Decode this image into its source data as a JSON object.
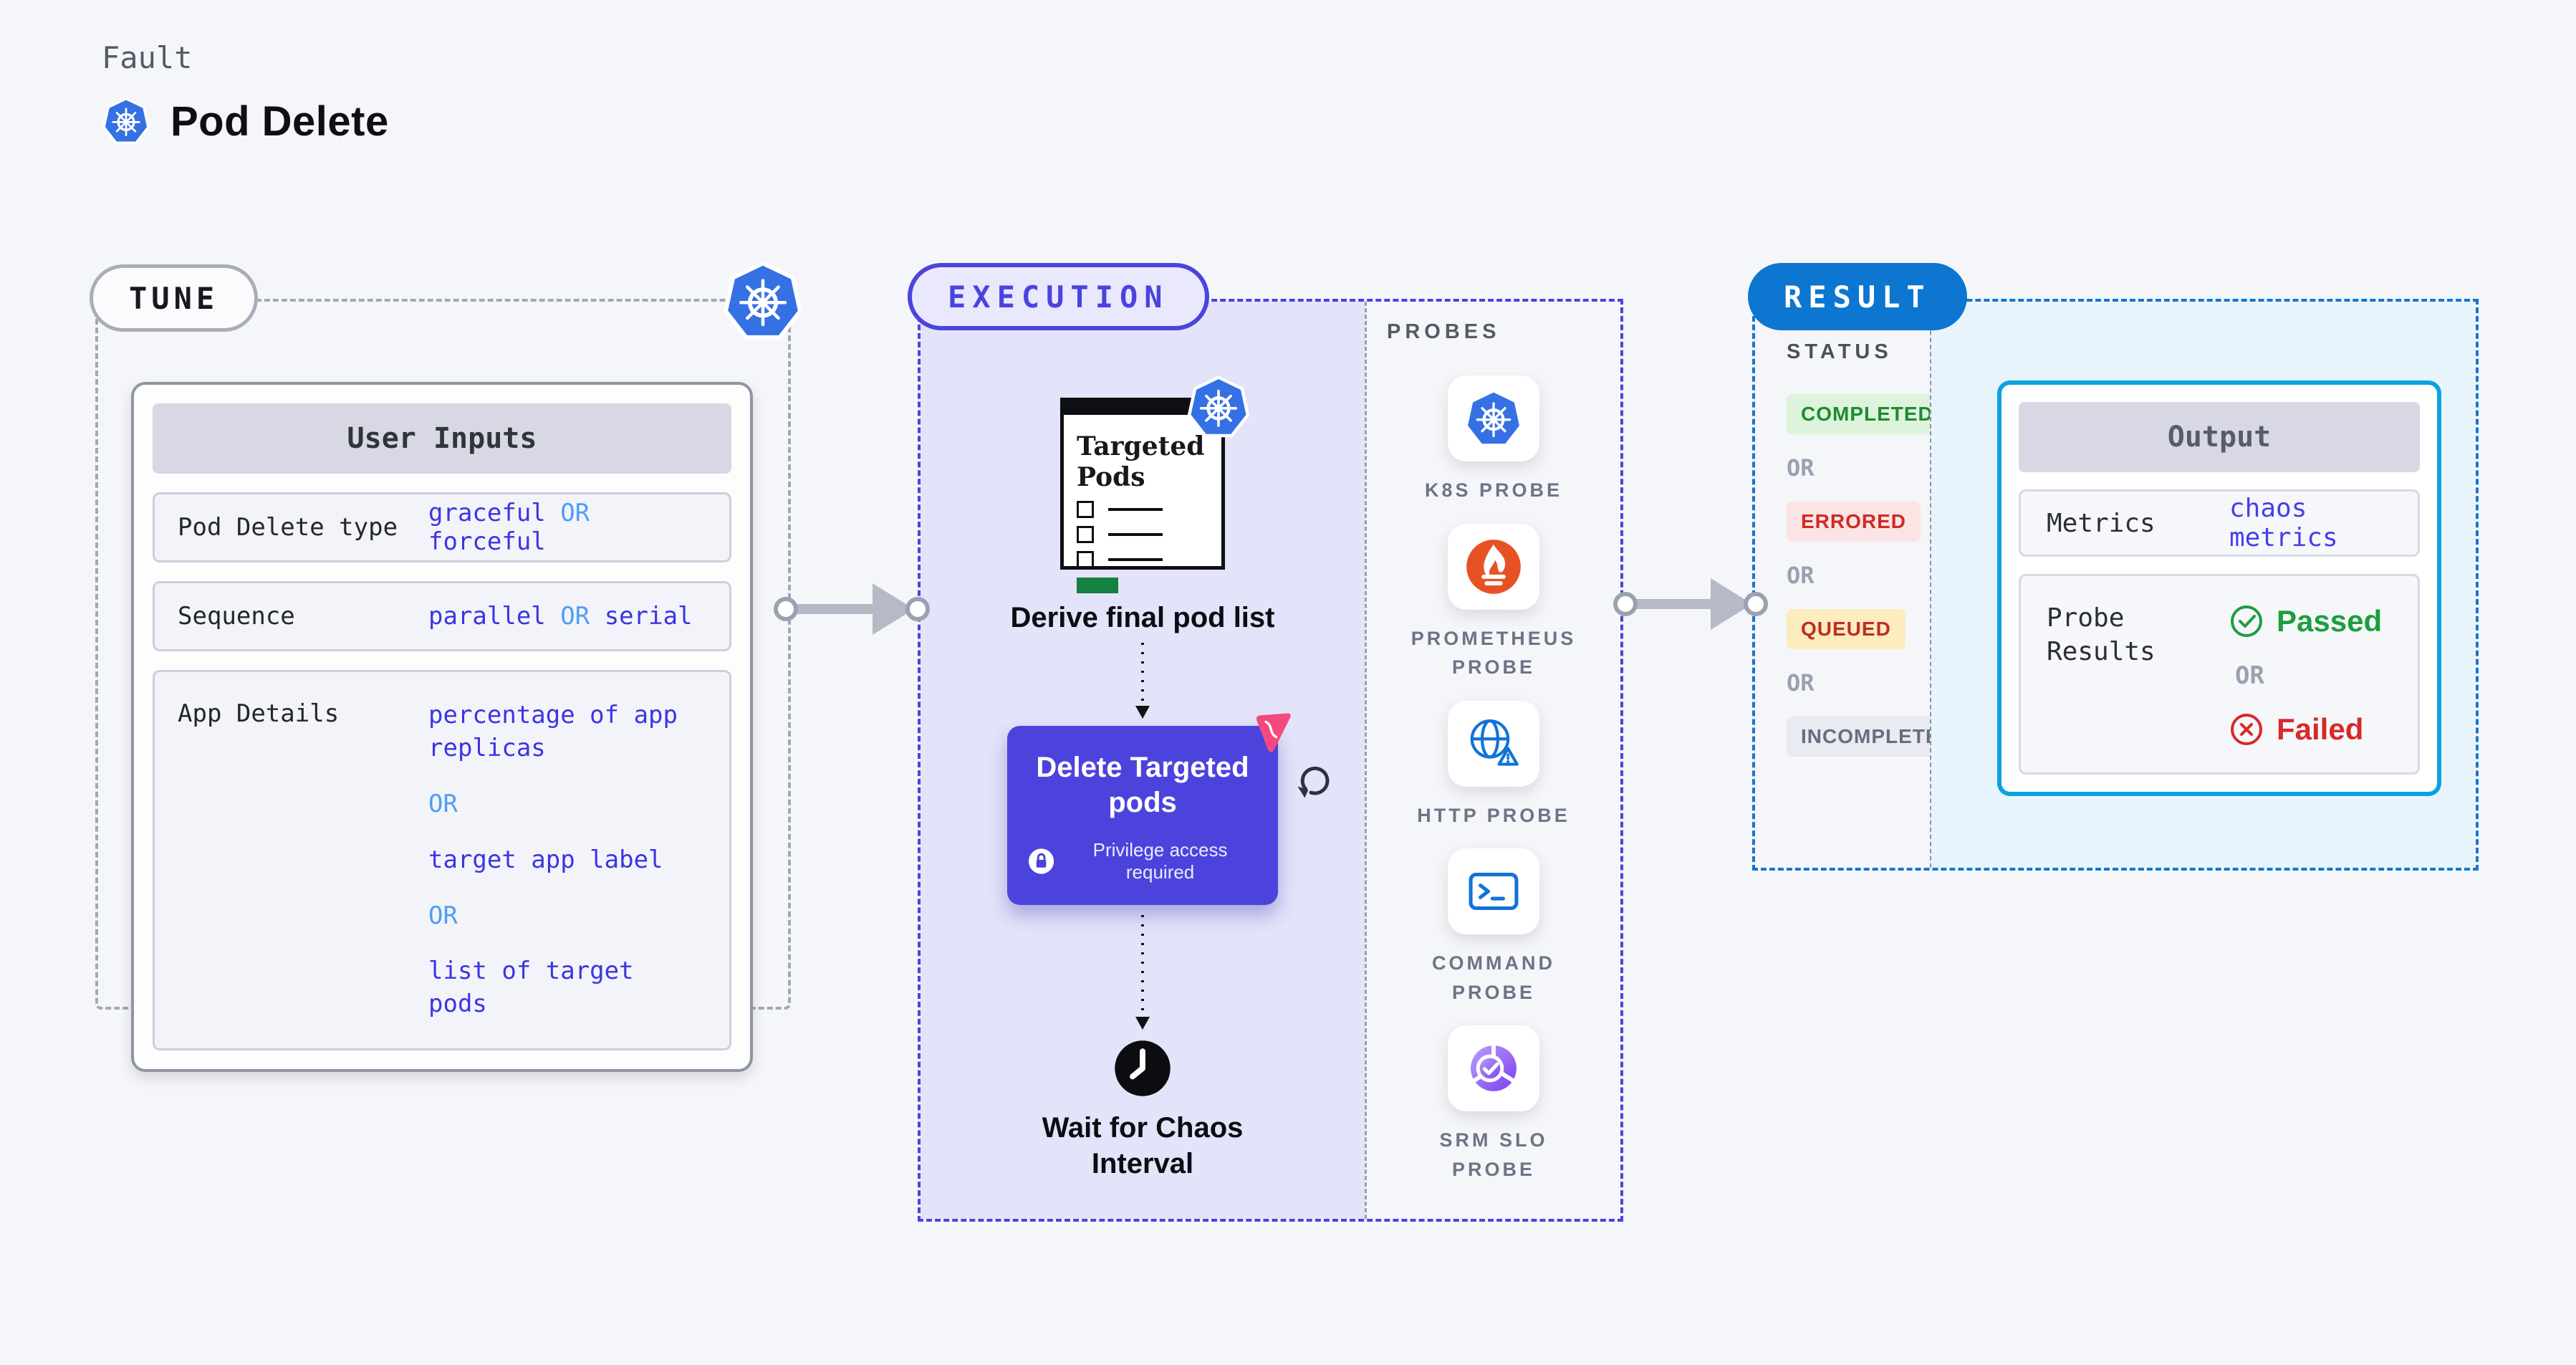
{
  "page": {
    "background": "#f5f6f9"
  },
  "header": {
    "eyebrow": "Fault",
    "title": "Pod Delete",
    "icon": "kubernetes-icon"
  },
  "tune": {
    "pill": "TUNE",
    "user_inputs": {
      "header": "User Inputs",
      "rows": [
        {
          "label": "Pod Delete type",
          "parts": [
            "graceful",
            "OR",
            "forceful"
          ]
        },
        {
          "label": "Sequence",
          "parts": [
            "parallel",
            "OR",
            "serial"
          ]
        },
        {
          "label": "App Details",
          "lines": [
            "percentage of app replicas",
            "OR",
            "target app label",
            "OR",
            "list of target pods"
          ]
        }
      ]
    }
  },
  "execution": {
    "pill": "EXECUTION",
    "flow": {
      "clipboard_title": "Targeted Pods",
      "step1_caption": "Derive final pod list",
      "delete_node": {
        "title": "Delete Targeted pods",
        "note": "Privilege access required"
      },
      "step3_caption": "Wait for Chaos Interval"
    },
    "probes": {
      "heading": "PROBES",
      "items": [
        {
          "label": "K8S PROBE",
          "icon": "kubernetes-icon"
        },
        {
          "label": "PROMETHEUS PROBE",
          "icon": "prometheus-icon"
        },
        {
          "label": "HTTP PROBE",
          "icon": "http-globe-warning-icon"
        },
        {
          "label": "COMMAND PROBE",
          "icon": "terminal-icon"
        },
        {
          "label": "SRM SLO PROBE",
          "icon": "slo-gauge-check-icon"
        }
      ]
    }
  },
  "result": {
    "pill": "RESULT",
    "status": {
      "heading": "STATUS",
      "separator": "OR",
      "options": [
        {
          "label": "COMPLETED",
          "fg": "#1d8c30",
          "bg": "#ddf3dc"
        },
        {
          "label": "ERRORED",
          "fg": "#cf2a24",
          "bg": "#fbe4e4"
        },
        {
          "label": "QUEUED",
          "fg": "#bf2d22",
          "bg": "#fcecbe"
        },
        {
          "label": "INCOMPLETED",
          "fg": "#686d7f",
          "bg": "#e9eaf2"
        }
      ]
    },
    "output": {
      "header": "Output",
      "rows": {
        "metrics": {
          "label": "Metrics",
          "value": "chaos metrics"
        },
        "probe_results": {
          "label": "Probe Results",
          "passed": "Passed",
          "separator": "OR",
          "failed": "Failed"
        }
      }
    }
  },
  "colors": {
    "accent_indigo": "#4b44dc",
    "accent_blue": "#0c76d0",
    "output_border_cyan": "#0aa3e0",
    "value_blue": "#3b35e3",
    "or_light_blue": "#4f9df6",
    "passed_green": "#1d9e3d",
    "failed_red": "#d6292a",
    "kubernetes_blue": "#3570e4",
    "prometheus_orange": "#e75225",
    "probe_icon_blue": "#1173d8",
    "srm_purple": "#8b5cf6",
    "chaos_pink": "#f4497f",
    "execution_bg": "#e3e3fa",
    "result_bg": "#e8f4fb",
    "connector_gray": "#b6bac7"
  }
}
